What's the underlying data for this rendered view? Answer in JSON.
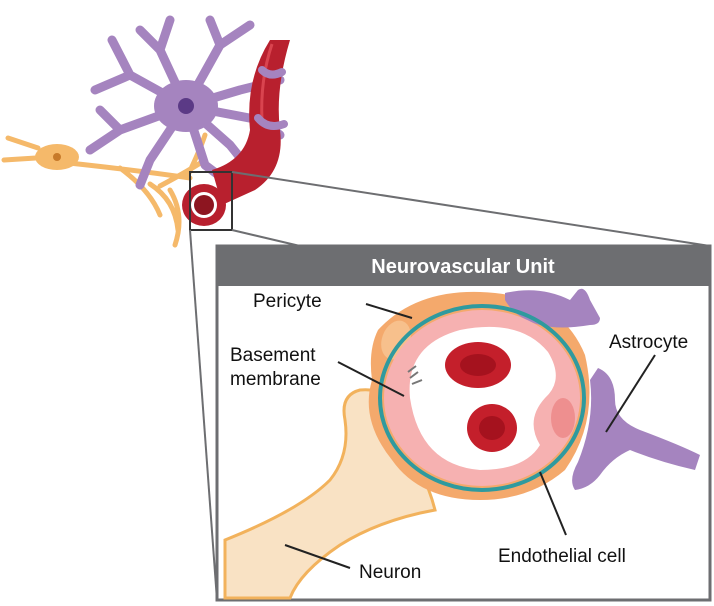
{
  "panel": {
    "title": "Neurovascular Unit"
  },
  "labels": {
    "pericyte": "Pericyte",
    "basement_line1": "Basement",
    "basement_line2": "membrane",
    "astrocyte": "Astrocyte",
    "neuron": "Neuron",
    "endothelial": "Endothelial cell"
  },
  "colors": {
    "panel_header": "#6d6e71",
    "vessel": "#b8202e",
    "astrocyte": "#a584bf",
    "neuron": "#f5b96a",
    "pericyte": "#f4a96c",
    "endothelium": "#f6b1b1",
    "basement_membrane": "#2f9a9e",
    "red_blood_cell": "#c41f2b"
  }
}
